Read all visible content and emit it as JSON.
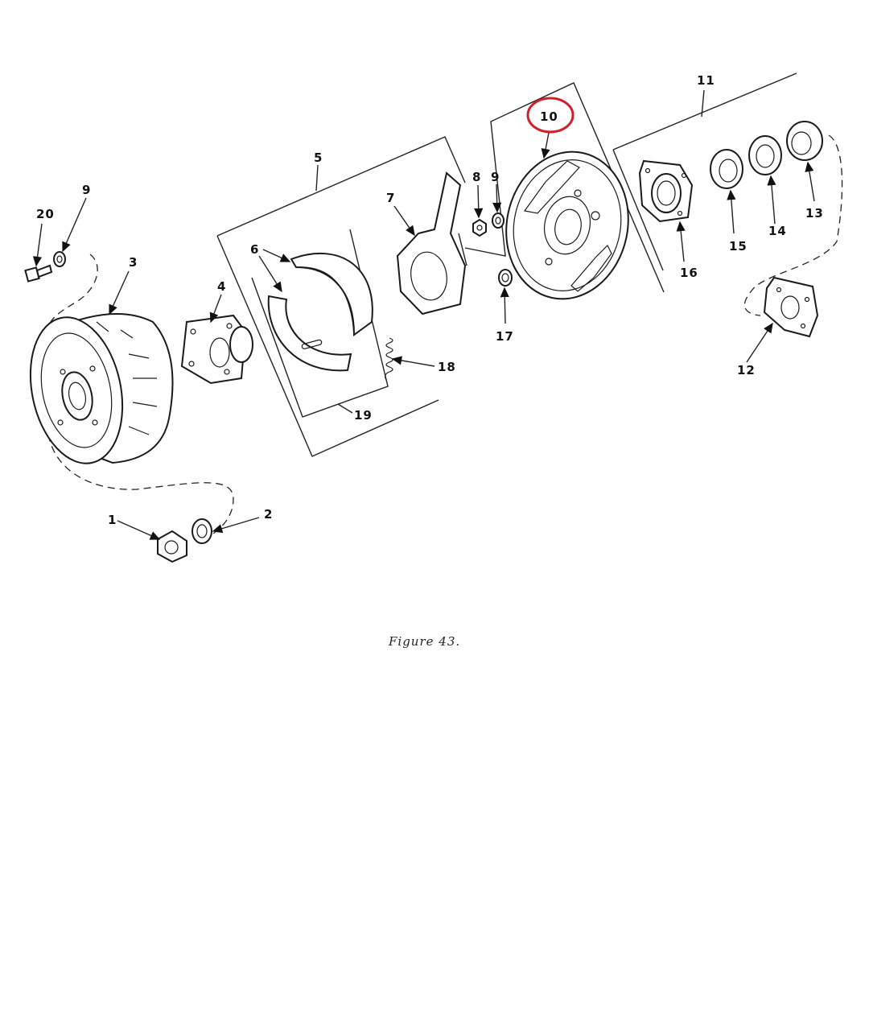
{
  "figure": {
    "caption": "Figure 43."
  },
  "callouts": {
    "c1": "1",
    "c2": "2",
    "c3": "3",
    "c4": "4",
    "c5": "5",
    "c6": "6",
    "c7": "7",
    "c8": "8",
    "c9a": "9",
    "c9b": "9",
    "c10": "10",
    "c11": "11",
    "c12": "12",
    "c13": "13",
    "c14": "14",
    "c15": "15",
    "c16": "16",
    "c17": "17",
    "c18": "18",
    "c19": "19",
    "c20": "20"
  },
  "highlight": {
    "target": "10",
    "color": "#d0202a"
  },
  "colors": {
    "ink": "#1a1a1a",
    "paper": "#ffffff"
  }
}
